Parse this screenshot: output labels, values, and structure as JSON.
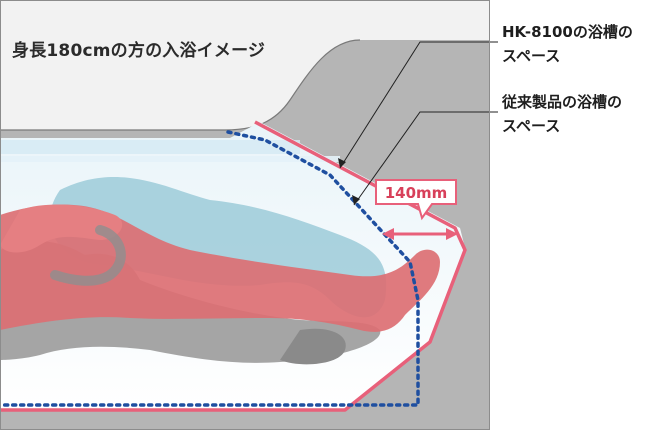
{
  "caption": "身長180cmの方の入浴イメージ",
  "labels": {
    "new_tub": {
      "line1": "HK-8100の浴槽の",
      "line2": "スペース"
    },
    "old_tub": {
      "line1": "従来製品の浴槽の",
      "line2": "スペース"
    }
  },
  "measurement": {
    "text": "140mm"
  },
  "colors": {
    "frame_gray": "#b3b3b3",
    "tub_rim_light": "#e8e8e8",
    "water": "#dceef6",
    "new_tub_line": "#e8607a",
    "old_tub_line": "#1f4fa0",
    "person_new": "#e07a7e",
    "person_old": "#8fc3d2",
    "person_gray": "#9a9a9a"
  }
}
